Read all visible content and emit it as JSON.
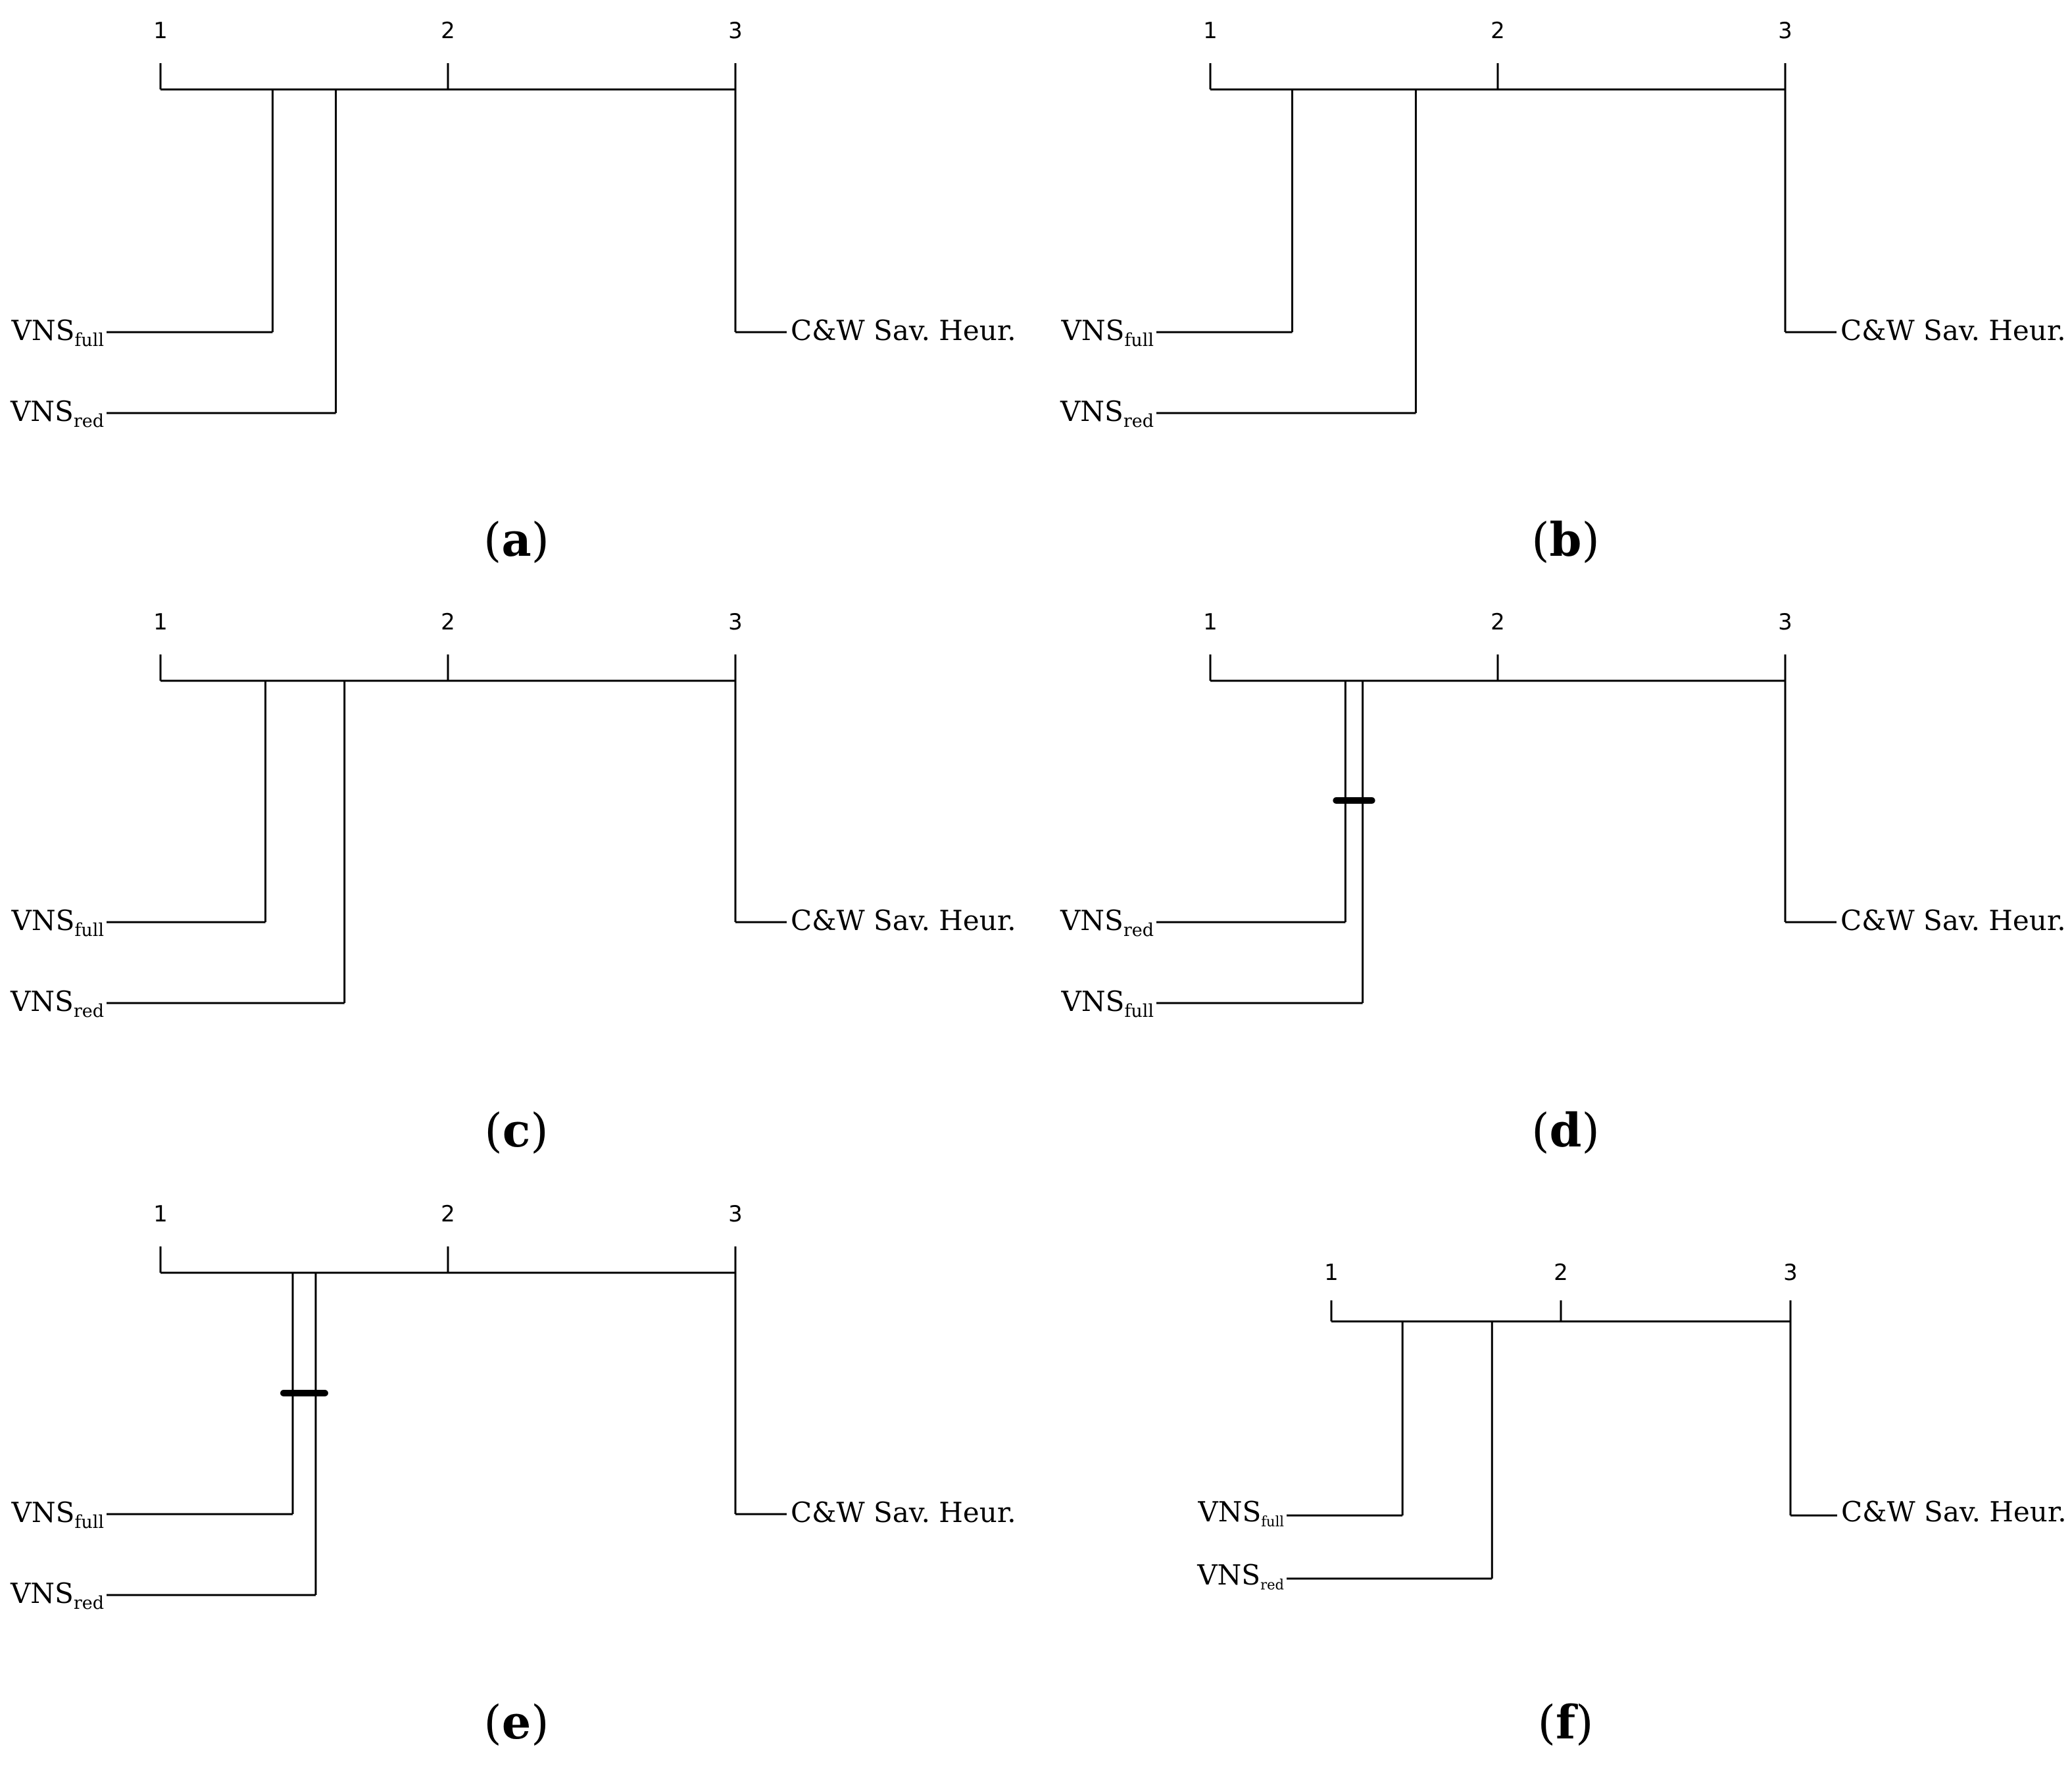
{
  "chart_data": [
    {
      "type": "cd-diagram",
      "caption_letter": "a",
      "axis": {
        "range": [
          1,
          3
        ],
        "ticks": [
          1,
          2,
          3
        ],
        "tick_labels": [
          "1",
          "2",
          "3"
        ]
      },
      "methods": [
        {
          "base": "VNS",
          "sub": "full",
          "rank": 1.39,
          "side": "left"
        },
        {
          "base": "VNS",
          "sub": "red",
          "rank": 1.61,
          "side": "left"
        },
        {
          "base": "C&W Sav. Heur.",
          "sub": "",
          "rank": 3.0,
          "side": "right"
        }
      ],
      "cliques": []
    },
    {
      "type": "cd-diagram",
      "caption_letter": "b",
      "axis": {
        "range": [
          1,
          3
        ],
        "ticks": [
          1,
          2,
          3
        ],
        "tick_labels": [
          "1",
          "2",
          "3"
        ]
      },
      "methods": [
        {
          "base": "VNS",
          "sub": "full",
          "rank": 1.285,
          "side": "left"
        },
        {
          "base": "VNS",
          "sub": "red",
          "rank": 1.715,
          "side": "left"
        },
        {
          "base": "C&W Sav. Heur.",
          "sub": "",
          "rank": 3.0,
          "side": "right"
        }
      ],
      "cliques": []
    },
    {
      "type": "cd-diagram",
      "caption_letter": "c",
      "axis": {
        "range": [
          1,
          3
        ],
        "ticks": [
          1,
          2,
          3
        ],
        "tick_labels": [
          "1",
          "2",
          "3"
        ]
      },
      "methods": [
        {
          "base": "VNS",
          "sub": "full",
          "rank": 1.365,
          "side": "left"
        },
        {
          "base": "VNS",
          "sub": "red",
          "rank": 1.64,
          "side": "left"
        },
        {
          "base": "C&W Sav. Heur.",
          "sub": "",
          "rank": 3.0,
          "side": "right"
        }
      ],
      "cliques": []
    },
    {
      "type": "cd-diagram",
      "caption_letter": "d",
      "axis": {
        "range": [
          1,
          3
        ],
        "ticks": [
          1,
          2,
          3
        ],
        "tick_labels": [
          "1",
          "2",
          "3"
        ]
      },
      "methods": [
        {
          "base": "VNS",
          "sub": "red",
          "rank": 1.47,
          "side": "left"
        },
        {
          "base": "VNS",
          "sub": "full",
          "rank": 1.53,
          "side": "left"
        },
        {
          "base": "C&W Sav. Heur.",
          "sub": "",
          "rank": 3.0,
          "side": "right"
        }
      ],
      "cliques": [
        [
          1.47,
          1.53
        ]
      ]
    },
    {
      "type": "cd-diagram",
      "caption_letter": "e",
      "axis": {
        "range": [
          1,
          3
        ],
        "ticks": [
          1,
          2,
          3
        ],
        "tick_labels": [
          "1",
          "2",
          "3"
        ]
      },
      "methods": [
        {
          "base": "VNS",
          "sub": "full",
          "rank": 1.46,
          "side": "left"
        },
        {
          "base": "VNS",
          "sub": "red",
          "rank": 1.54,
          "side": "left"
        },
        {
          "base": "C&W Sav. Heur.",
          "sub": "",
          "rank": 3.0,
          "side": "right"
        }
      ],
      "cliques": [
        [
          1.46,
          1.54
        ]
      ]
    },
    {
      "type": "cd-diagram",
      "caption_letter": "f",
      "axis": {
        "range": [
          1,
          3
        ],
        "ticks": [
          1,
          2,
          3
        ],
        "tick_labels": [
          "1",
          "2",
          "3"
        ]
      },
      "methods": [
        {
          "base": "VNS",
          "sub": "full",
          "rank": 1.31,
          "side": "left"
        },
        {
          "base": "VNS",
          "sub": "red",
          "rank": 1.7,
          "side": "left"
        },
        {
          "base": "C&W Sav. Heur.",
          "sub": "",
          "rank": 3.0,
          "side": "right"
        }
      ],
      "cliques": []
    }
  ]
}
